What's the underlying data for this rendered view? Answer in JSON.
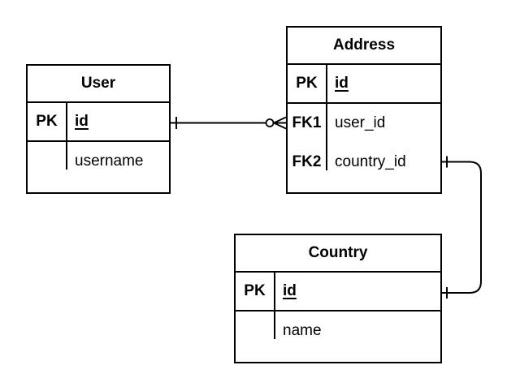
{
  "diagram": {
    "type": "entity-relationship",
    "colors": {
      "background": "#ffffff",
      "line": "#000000",
      "text": "#000000"
    },
    "tables": {
      "user": {
        "title": "User",
        "rows": [
          {
            "key": "PK",
            "field": "id"
          },
          {
            "key": "",
            "field": "username"
          }
        ]
      },
      "address": {
        "title": "Address",
        "rows": [
          {
            "key": "PK",
            "field": "id"
          },
          {
            "key": "FK1",
            "field": "user_id"
          },
          {
            "key": "FK2",
            "field": "country_id"
          }
        ]
      },
      "country": {
        "title": "Country",
        "rows": [
          {
            "key": "PK",
            "field": "id"
          },
          {
            "key": "",
            "field": "name"
          }
        ]
      }
    },
    "relationships": [
      {
        "from_table": "User",
        "from_field": "id",
        "from_cardinality": "one",
        "to_table": "Address",
        "to_field": "user_id",
        "to_cardinality": "zero-or-many"
      },
      {
        "from_table": "Address",
        "from_field": "country_id",
        "from_cardinality": "one",
        "to_table": "Country",
        "to_field": "id",
        "to_cardinality": "one"
      }
    ]
  }
}
